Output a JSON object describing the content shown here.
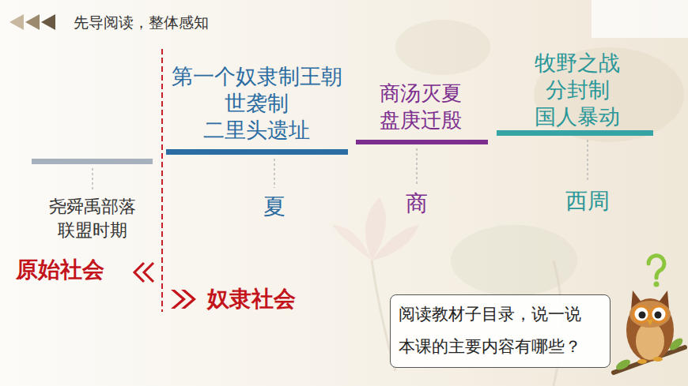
{
  "diagram": {
    "title": "先导阅读，整体感知",
    "nodes": [
      {
        "text": [
          "尧舜禹部落 联盟时期"
        ]
      },
      {
        "text": [
          "第一个奴隶制王朝 世袭制 二里头遗址",
          "夏"
        ]
      },
      {
        "text": [
          "商汤灭夏 盘庚迁殷",
          "商"
        ]
      },
      {
        "text": [
          "牧野之战 分封制 国人暴动",
          "西周"
        ]
      },
      {
        "text": [
          "阅读教材子目录，说一说 本课的主要内容有哪些？"
        ]
      }
    ],
    "labels": [
      "原始社会",
      "奴隶社会"
    ]
  }
}
